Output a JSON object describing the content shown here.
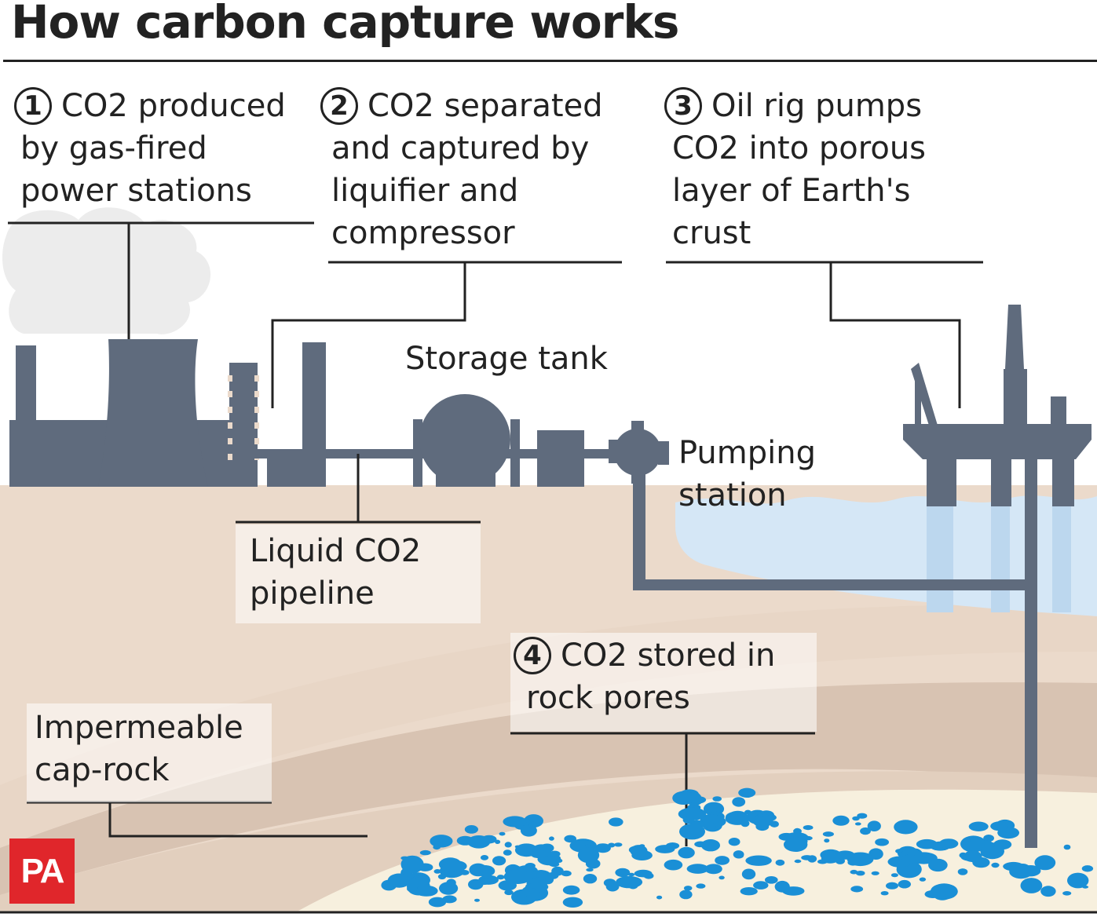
{
  "title": "How carbon capture works",
  "steps": [
    {
      "number": "1",
      "lines": [
        "CO2 produced",
        "by gas-fired",
        "power stations"
      ]
    },
    {
      "number": "2",
      "lines": [
        "CO2 separated",
        "and captured by",
        "liquifier and",
        "compressor"
      ]
    },
    {
      "number": "3",
      "lines": [
        "Oil rig pumps",
        "CO2 into porous",
        "layer of Earth's",
        "crust"
      ]
    },
    {
      "number": "4",
      "lines": [
        "CO2 stored in",
        "rock pores"
      ]
    }
  ],
  "labels": {
    "storage_tank": "Storage tank",
    "pumping_station": [
      "Pumping",
      "station"
    ],
    "pipeline": [
      "Liquid CO2",
      "pipeline"
    ],
    "cap_rock": [
      "Impermeable",
      "cap-rock"
    ]
  },
  "logo": "PA",
  "colors": {
    "structure": "#5f6b7d",
    "ground": "#ead8c8",
    "sea": "#d5e7f6",
    "bubbles": "#1a8fd6",
    "reservoir": "#f7f0de",
    "logo_red": "#e0262b"
  }
}
